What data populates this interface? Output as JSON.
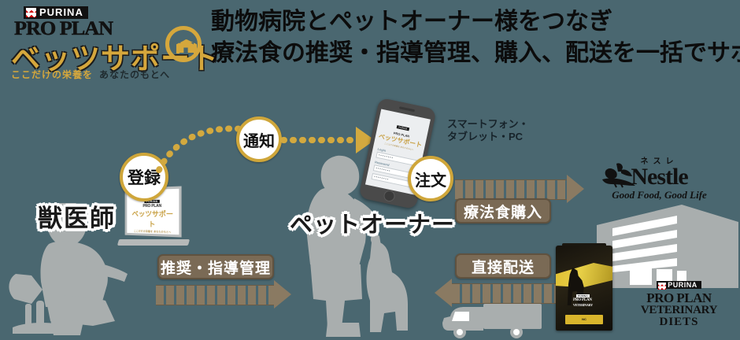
{
  "background_color": "#4a6770",
  "accent_gold": "#d3a93f",
  "accent_brown": "#7a6a55",
  "silhouette_color": "#a9aeae",
  "logo": {
    "purina_label": "PURINA",
    "proplan_label": "PRO PLAN",
    "service_name": "ベッツサポート",
    "tagline_gold": "ここだけの栄養を",
    "tagline_dark": "あなたのもとへ",
    "at_icon": "clinic-at-icon"
  },
  "headline": {
    "line1": "動物病院とペットオーナー様をつなぎ",
    "line2": "療法食の推奨・指導管理、購入、配送を一括でサポート"
  },
  "actors": {
    "vet_label": "獣医師",
    "owner_label": "ペットオーナー",
    "device_label_line1": "スマートフォン・",
    "device_label_line2": "タブレット・PC"
  },
  "badges": {
    "register": "登録",
    "notify": "通知",
    "order": "注文"
  },
  "flows": {
    "guidance": "推奨・指導管理",
    "purchase": "療法食購入",
    "delivery": "直接配送"
  },
  "laptop_screen": {
    "purina": "PURINA",
    "proplan": "PRO PLAN",
    "service": "ベッツサポート",
    "tagline": "ここだけの栄養を あなたのもとへ"
  },
  "phone_screen": {
    "purina": "PURINA",
    "proplan": "PRO PLAN",
    "service": "ベッツサポート",
    "tagline": "ここだけの栄養を あなたのもとへ",
    "login_label": "Login",
    "login_value": "••••••••",
    "password_label": "Password",
    "password_value": "••••••••",
    "submit_value": "••••••••"
  },
  "nestle": {
    "furigana": "ネスレ",
    "wordmark": "Nestle",
    "tagline": "Good Food, Good Life",
    "bird_icon": "nest-bird-icon"
  },
  "warehouse": {
    "icon": "warehouse-icon"
  },
  "truck": {
    "icon": "delivery-truck-icon"
  },
  "product": {
    "purina": "PURINA",
    "line1": "PRO PLAN",
    "line2": "VETERINARY",
    "line3": "DIETS",
    "bag_code": "NC"
  }
}
